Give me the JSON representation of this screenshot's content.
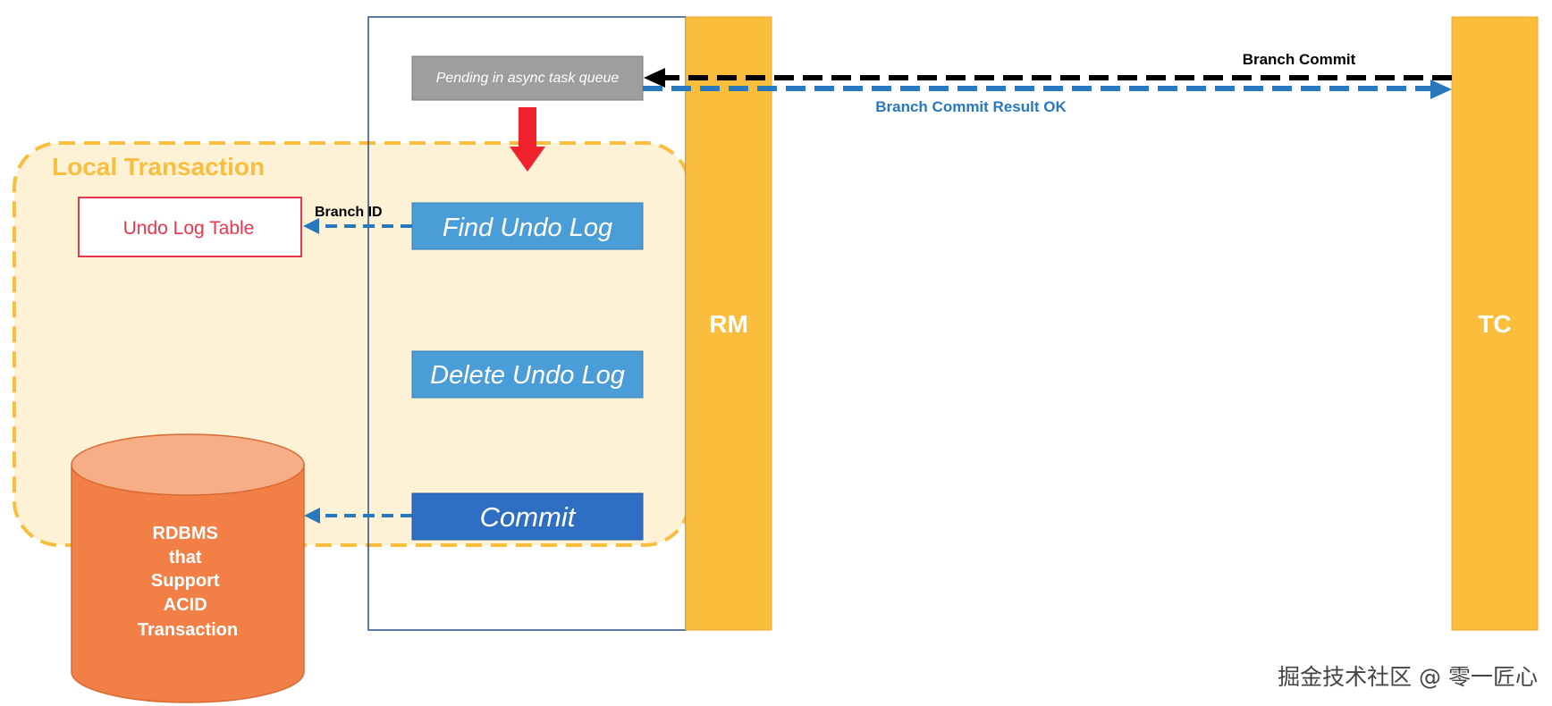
{
  "colors": {
    "lane": "#FABD3C",
    "local_tx_fill": "#FEF2D6",
    "local_tx_border": "#F9BE3E",
    "step_box": "#4A9DD6",
    "commit_box": "#2F6FC3",
    "pending_box": "#9E9E9E",
    "undo_table_border": "#E8364C",
    "db_body": "#F28046",
    "db_top": "#F7AE86",
    "blue_arrow": "#2878BE",
    "red_arrow": "#F0222E"
  },
  "lanes": {
    "rm": "RM",
    "tc": "TC"
  },
  "local_transaction": {
    "label": "Local Transaction"
  },
  "undo_log_table": {
    "label": "Undo Log Table"
  },
  "steps": {
    "pending": "Pending in async task queue",
    "find": "Find Undo Log",
    "delete": "Delete Undo Log",
    "commit": "Commit"
  },
  "arrows": {
    "branch_commit": "Branch Commit",
    "branch_commit_result": "Branch Commit Result OK",
    "branch_id": "Branch ID"
  },
  "database": {
    "lines": [
      "RDBMS",
      "that",
      "Support",
      "ACID",
      "Transaction"
    ]
  },
  "watermark": "掘金技术社区 @ 零一匠心"
}
